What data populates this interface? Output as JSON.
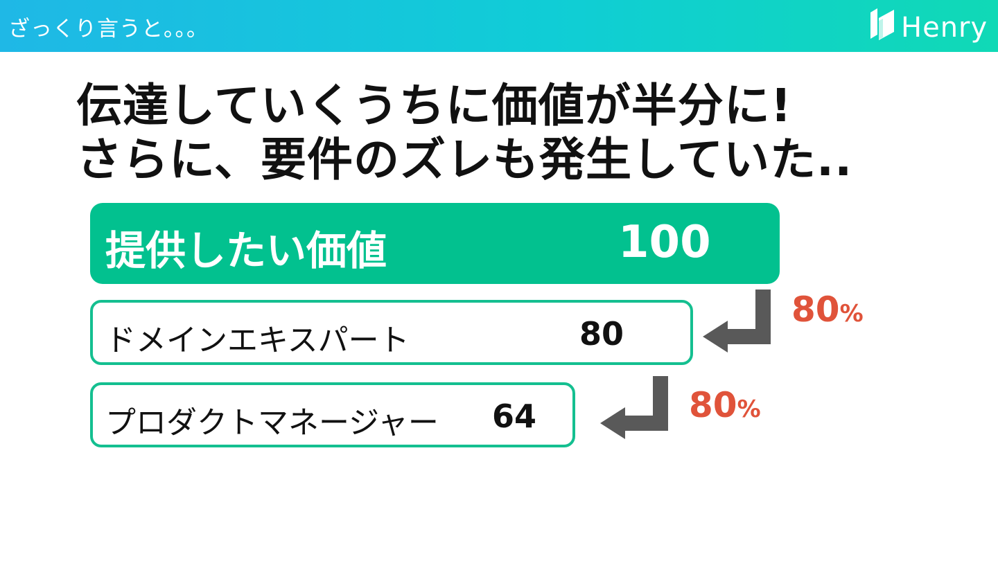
{
  "header": {
    "title": "ざっくり言うと。。。",
    "logo_text": "Henry"
  },
  "headline": {
    "line1": "伝達していくうちに価値が半分に!",
    "line2": "さらに、要件のズレも発生していた.."
  },
  "value_chain": [
    {
      "label": "提供したい価値",
      "value": "100"
    },
    {
      "label": "ドメインエキスパート",
      "value": "80"
    },
    {
      "label": "プロダクトマネージャー",
      "value": "64"
    }
  ],
  "ratios": [
    {
      "number": "80",
      "symbol": "%"
    },
    {
      "number": "80",
      "symbol": "%"
    }
  ],
  "colors": {
    "accent_green": "#02c18f",
    "ratio_red": "#e0533a",
    "arrow_gray": "#595959"
  },
  "icons": {
    "logo": "henry-logo-icon",
    "arrow": "return-arrow-icon"
  }
}
